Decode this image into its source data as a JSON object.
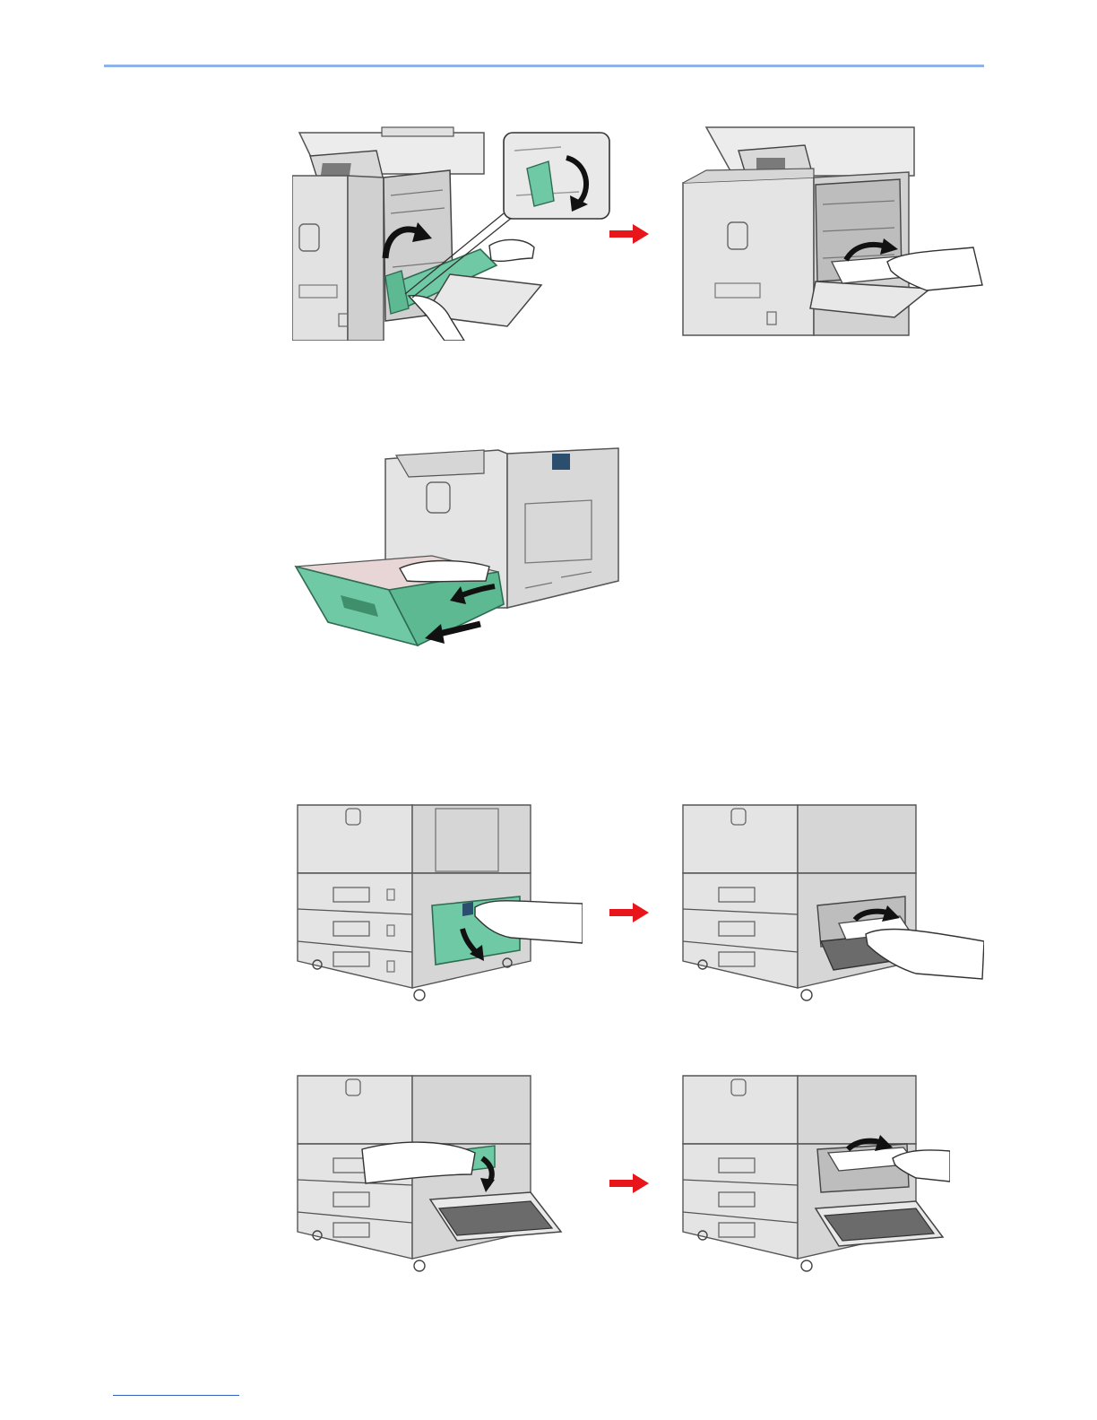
{
  "colors": {
    "header_rule": "#8fb3e8",
    "footer_rule": "#3060c0",
    "step_arrow": "#e8161b",
    "highlight_green": "#6fc9a4",
    "machine_body": "#e6e6e6",
    "outline": "#444444"
  },
  "illustrations": [
    {
      "id": "fig-1a",
      "icon": "printer-right-cover-transfer-unit-icon"
    },
    {
      "id": "fig-1b",
      "icon": "printer-remove-paper-right-cover-icon"
    },
    {
      "id": "fig-2",
      "icon": "cassette-pull-out-remove-paper-icon"
    },
    {
      "id": "fig-3a",
      "icon": "lower-right-cover-open-icon"
    },
    {
      "id": "fig-3b",
      "icon": "lower-cover-remove-paper-icon"
    },
    {
      "id": "fig-4a",
      "icon": "side-feeder-cover-open-icon"
    },
    {
      "id": "fig-4b",
      "icon": "side-feeder-remove-paper-icon"
    }
  ],
  "arrows": [
    {
      "icon": "right-arrow-icon"
    },
    {
      "icon": "right-arrow-icon"
    },
    {
      "icon": "right-arrow-icon"
    }
  ]
}
